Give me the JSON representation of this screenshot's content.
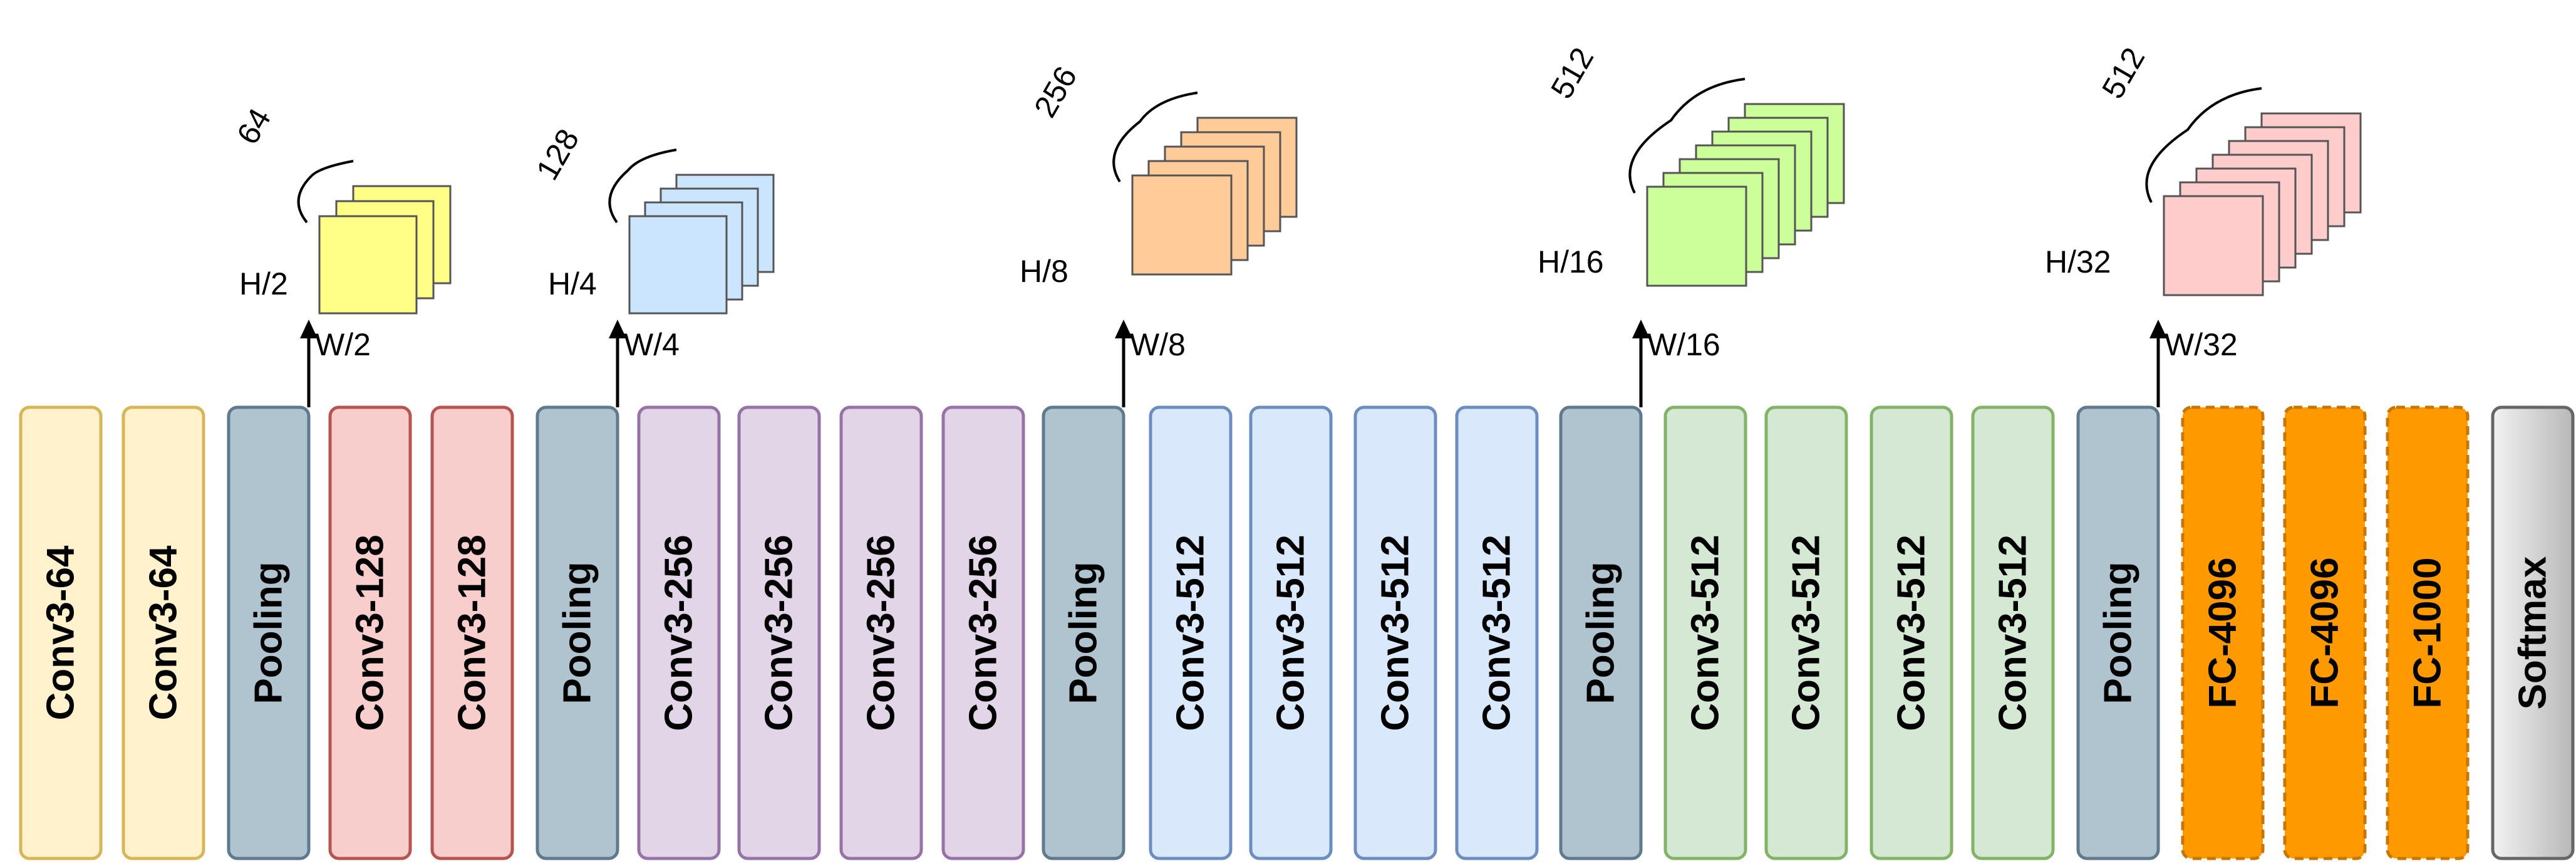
{
  "layers": [
    {
      "label": "Conv3-64",
      "type": "conv64"
    },
    {
      "label": "Conv3-64",
      "type": "conv64"
    },
    {
      "label": "Pooling",
      "type": "pool"
    },
    {
      "label": "Conv3-128",
      "type": "conv128"
    },
    {
      "label": "Conv3-128",
      "type": "conv128"
    },
    {
      "label": "Pooling",
      "type": "pool"
    },
    {
      "label": "Conv3-256",
      "type": "conv256"
    },
    {
      "label": "Conv3-256",
      "type": "conv256"
    },
    {
      "label": "Conv3-256",
      "type": "conv256"
    },
    {
      "label": "Conv3-256",
      "type": "conv256"
    },
    {
      "label": "Pooling",
      "type": "pool"
    },
    {
      "label": "Conv3-512",
      "type": "conv512a"
    },
    {
      "label": "Conv3-512",
      "type": "conv512a"
    },
    {
      "label": "Conv3-512",
      "type": "conv512a"
    },
    {
      "label": "Conv3-512",
      "type": "conv512a"
    },
    {
      "label": "Pooling",
      "type": "pool"
    },
    {
      "label": "Conv3-512",
      "type": "conv512b"
    },
    {
      "label": "Conv3-512",
      "type": "conv512b"
    },
    {
      "label": "Conv3-512",
      "type": "conv512b"
    },
    {
      "label": "Conv3-512",
      "type": "conv512b"
    },
    {
      "label": "Pooling",
      "type": "pool"
    },
    {
      "label": "FC-4096",
      "type": "fc"
    },
    {
      "label": "FC-4096",
      "type": "fc"
    },
    {
      "label": "FC-1000",
      "type": "fc"
    },
    {
      "label": "Softmax",
      "type": "softmax"
    }
  ],
  "styles": {
    "conv64": {
      "fill": "#FFF2CC",
      "stroke": "#D6B656"
    },
    "pool": {
      "fill": "#B0C4D0",
      "stroke": "#5F7A8C"
    },
    "conv128": {
      "fill": "#F8CECC",
      "stroke": "#B85450"
    },
    "conv256": {
      "fill": "#E1D5E7",
      "stroke": "#9673A6"
    },
    "conv512a": {
      "fill": "#DAE8FC",
      "stroke": "#6C8EBF"
    },
    "conv512b": {
      "fill": "#D5E8D4",
      "stroke": "#82B366"
    },
    "fc": {
      "fill": "#FF9900",
      "stroke": "#C77600"
    },
    "softmax": {
      "fill": "#D6D6D6",
      "stroke": "#666666"
    }
  },
  "feature_maps": [
    {
      "count": "64",
      "height": "H/2",
      "width": "W/2",
      "fill": "#FFFF88",
      "stroke": "#555555"
    },
    {
      "count": "128",
      "height": "H/4",
      "width": "W/4",
      "fill": "#CCE5FF",
      "stroke": "#555555"
    },
    {
      "count": "256",
      "height": "H/8",
      "width": "W/8",
      "fill": "#FFCC99",
      "stroke": "#555555"
    },
    {
      "count": "512",
      "height": "H/16",
      "width": "W/16",
      "fill": "#CCFF99",
      "stroke": "#555555"
    },
    {
      "count": "512",
      "height": "H/32",
      "width": "W/32",
      "fill": "#FFCCCC",
      "stroke": "#555555"
    }
  ]
}
